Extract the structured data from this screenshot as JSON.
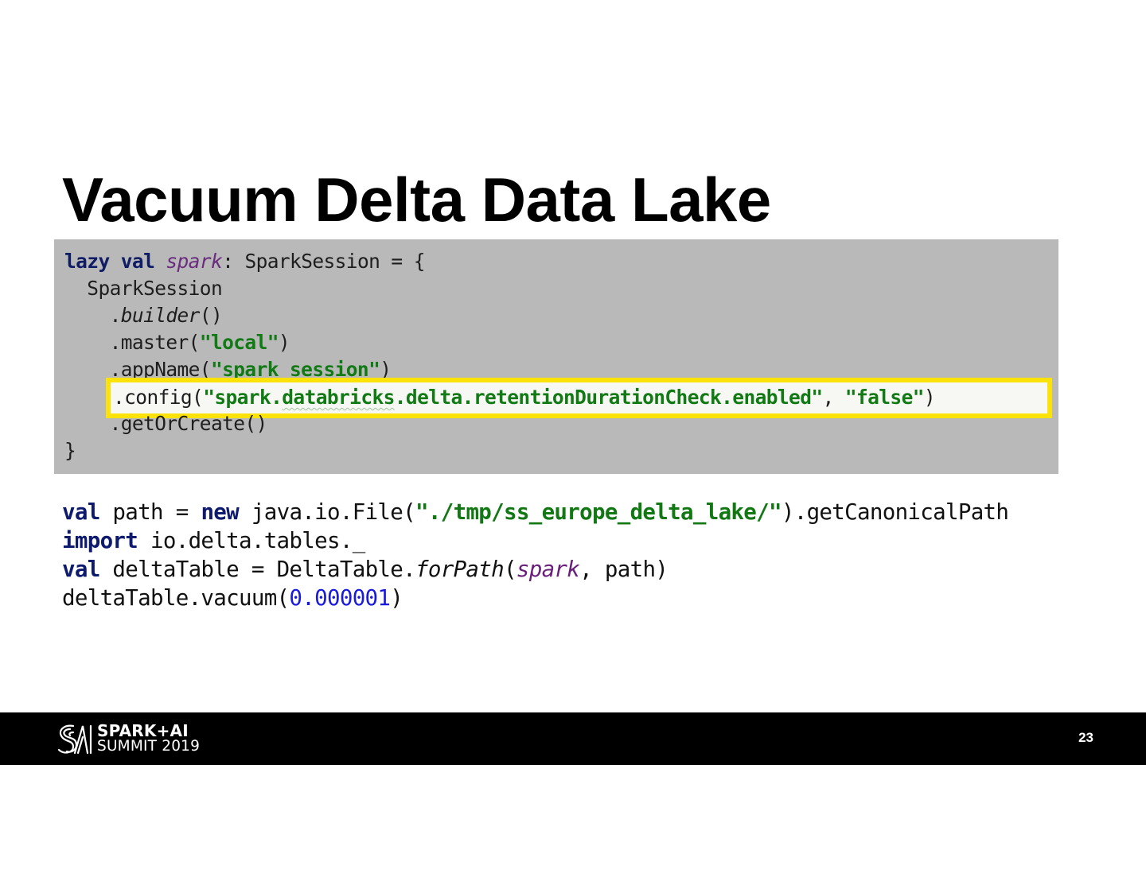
{
  "slide": {
    "title": "Vacuum Delta Data Lake",
    "page_number": "23"
  },
  "code_block_1": {
    "background": "#b9b9b9",
    "highlight_color": "#fbe30a",
    "lines": [
      {
        "kw1": "lazy",
        "kw2": "val",
        "ident": "spark",
        "rest": ": SparkSession = {"
      },
      {
        "text": "  SparkSession"
      },
      {
        "dot": "    .",
        "method": "builder",
        "rest": "()"
      },
      {
        "pre": "    .master(",
        "str": "\"local\"",
        "post": ")"
      },
      {
        "pre": "    .appName(",
        "str": "\"spark session\"",
        "post": ")"
      },
      {
        "pre": ".config(",
        "str_a": "\"spark.",
        "str_b": "databricks",
        "str_c": ".delta.retentionDurationCheck.enabled\"",
        "sep": ", ",
        "str2": "\"false\"",
        "post": ")"
      },
      {
        "text": "    .getOrCreate()"
      },
      {
        "text": "}"
      }
    ]
  },
  "code_block_2": {
    "lines": [
      {
        "kw1": "val",
        "mid1": " path = ",
        "kw2": "new",
        "mid2": " java.io.File(",
        "str": "\"./tmp/ss_europe_delta_lake/\"",
        "post": ").getCanonicalPath"
      },
      {
        "kw": "import",
        "rest": " io.delta.tables._"
      },
      {
        "kw": "val",
        "mid": " deltaTable = DeltaTable.",
        "method": "forPath",
        "open": "(",
        "ident": "spark",
        "post": ", path)"
      },
      {
        "pre": "deltaTable.vacuum(",
        "num": "0.000001",
        "post": ")"
      }
    ]
  },
  "footer": {
    "logo_icon": "spark-ai-summit-logo-icon",
    "logo_line1": "SPARK+AI",
    "logo_line2": "SUMMIT 2019"
  }
}
